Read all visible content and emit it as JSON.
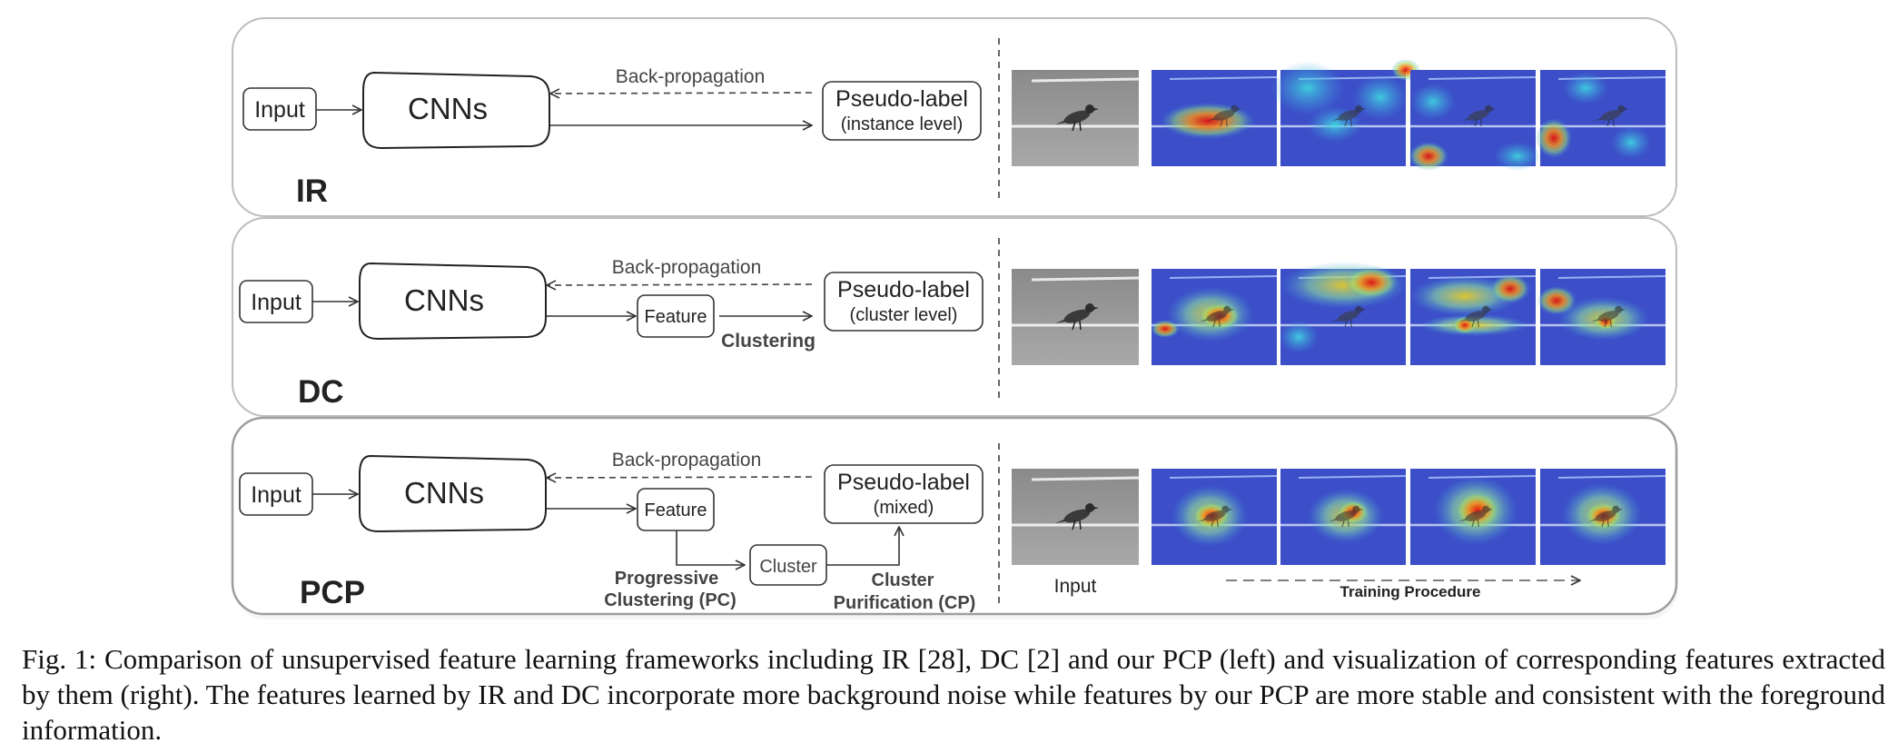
{
  "panels": [
    {
      "id": "ir",
      "method_label": "IR",
      "input_label": "Input",
      "network_label": "CNNs",
      "backprop_label": "Back-propagation",
      "pseudo_title": "Pseudo-label",
      "pseudo_sub": "(instance level)"
    },
    {
      "id": "dc",
      "method_label": "DC",
      "input_label": "Input",
      "network_label": "CNNs",
      "backprop_label": "Back-propagation",
      "feature_label": "Feature",
      "clustering_label": "Clustering",
      "pseudo_title": "Pseudo-label",
      "pseudo_sub": "(cluster level)"
    },
    {
      "id": "pcp",
      "method_label": "PCP",
      "input_label": "Input",
      "network_label": "CNNs",
      "backprop_label": "Back-propagation",
      "feature_label": "Feature",
      "cluster_label": "Cluster",
      "pc_label_1": "Progressive",
      "pc_label_2": "Clustering (PC)",
      "cp_label_1": "Cluster",
      "cp_label_2": "Purification (CP)",
      "pseudo_title": "Pseudo-label",
      "pseudo_sub": "(mixed)"
    }
  ],
  "visualization": {
    "input_caption": "Input",
    "training_caption": "Training Procedure"
  },
  "caption": "Fig. 1: Comparison of unsupervised feature learning frameworks including IR [28], DC [2] and our PCP (left) and visualization of corresponding features extracted by them (right). The features learned by IR and DC incorporate more background noise while features by our PCP are more stable and consistent with the foreground information."
}
